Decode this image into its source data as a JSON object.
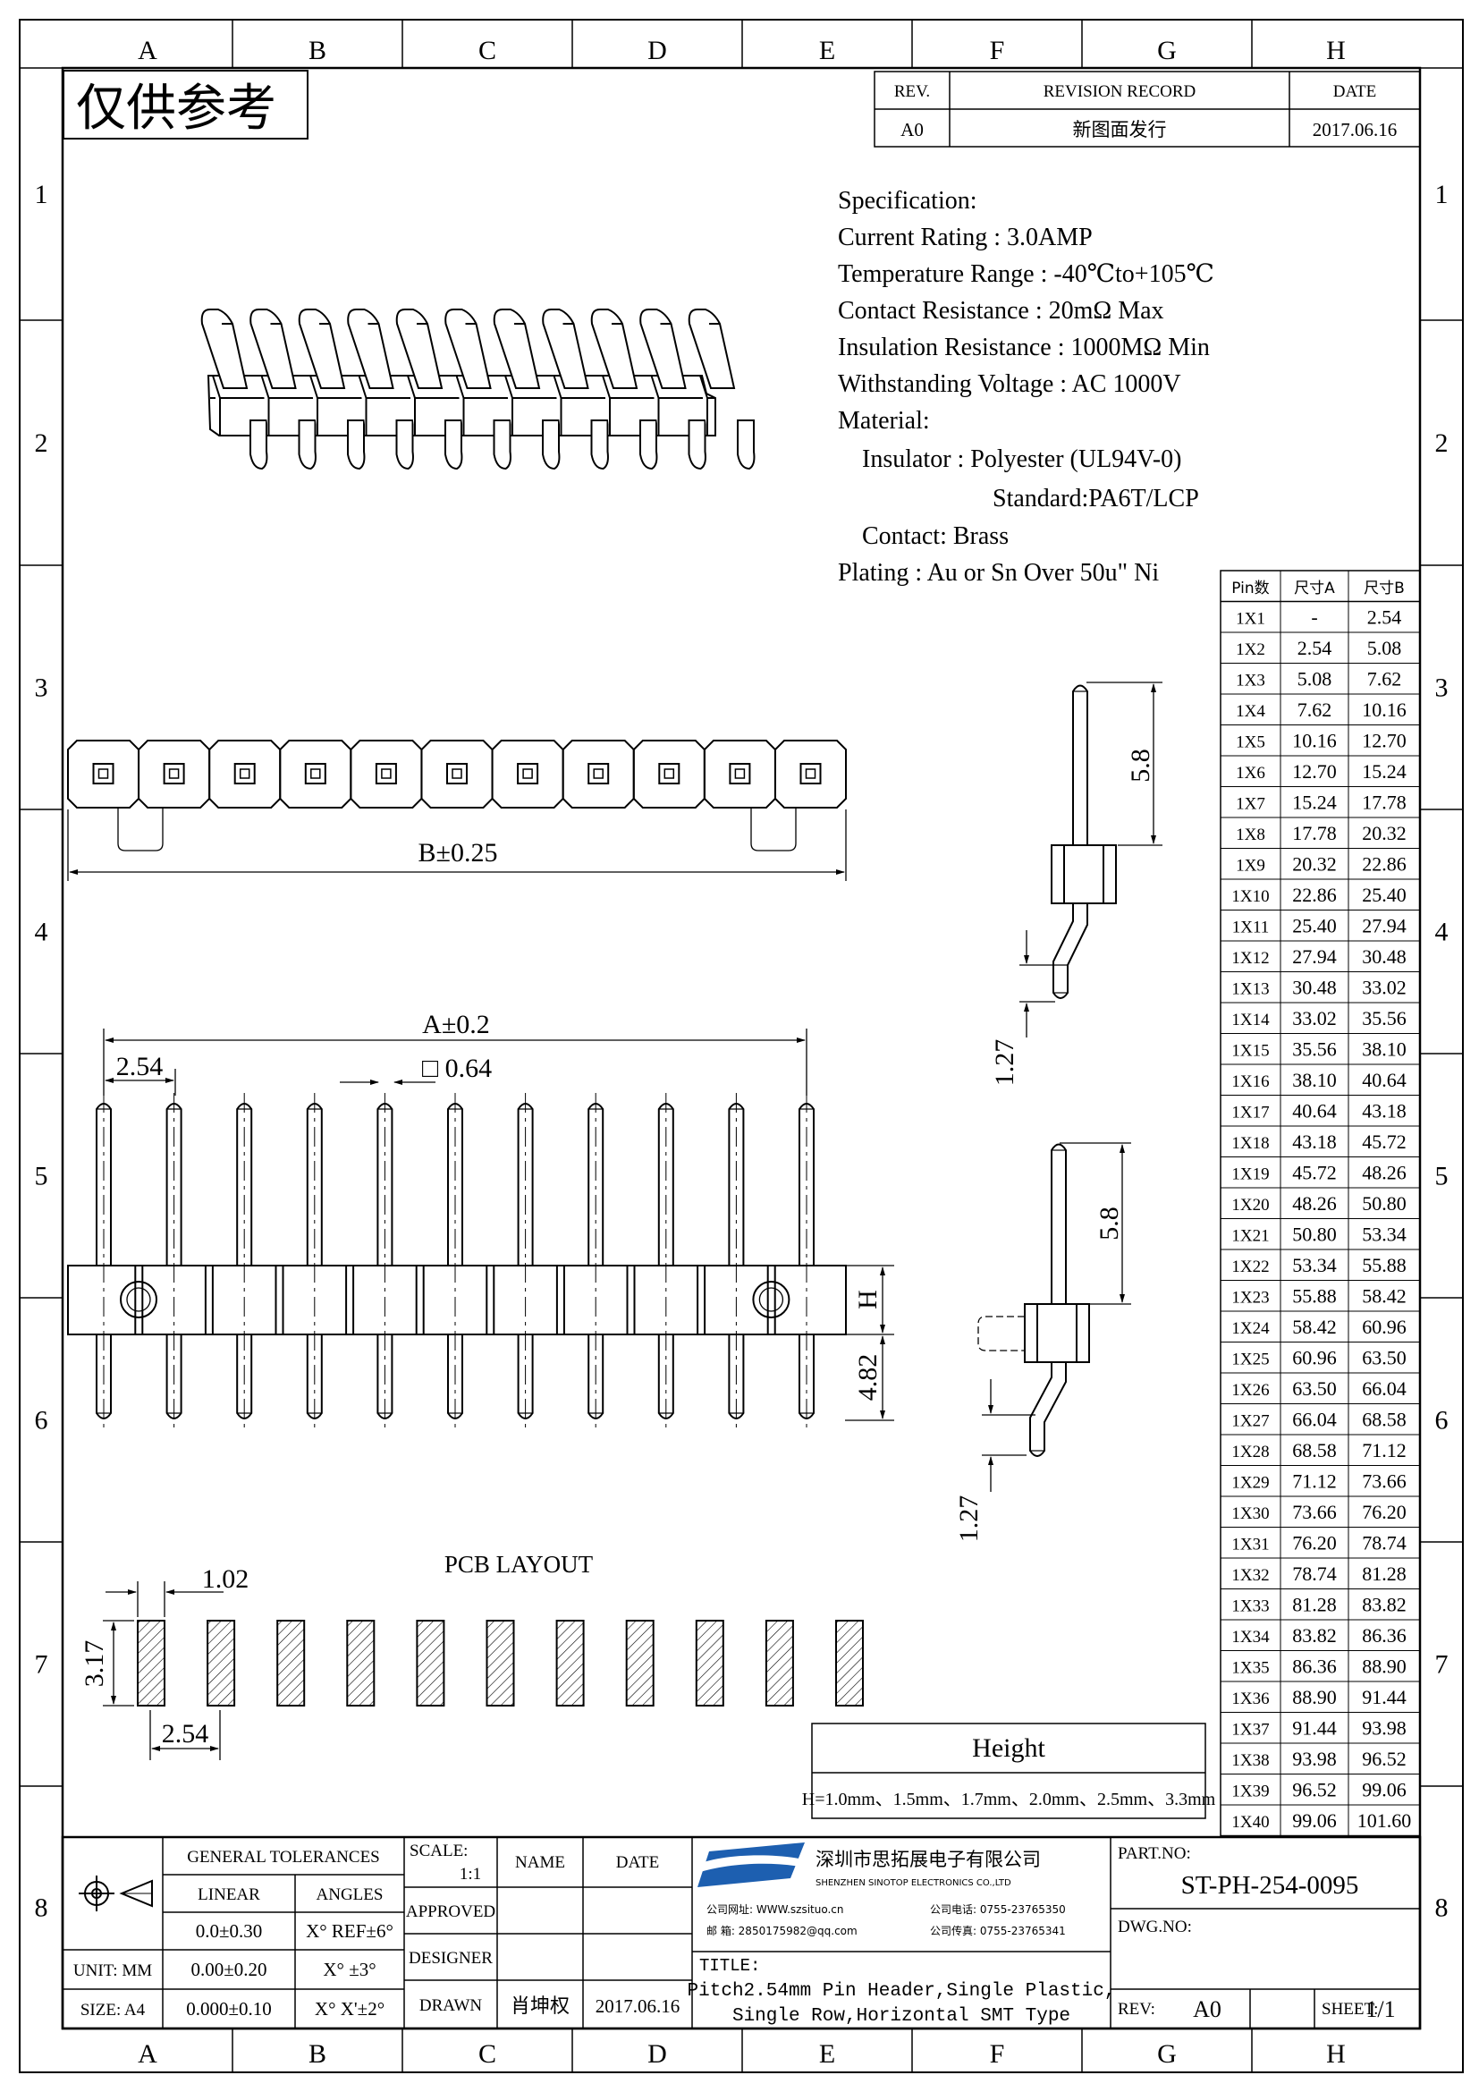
{
  "frame": {
    "columns": [
      "A",
      "B",
      "C",
      "D",
      "E",
      "F",
      "G",
      "H"
    ],
    "rows": [
      "1",
      "2",
      "3",
      "4",
      "5",
      "6",
      "7",
      "8"
    ]
  },
  "stamp": "仅供参考",
  "revision": {
    "headers": {
      "rev": "REV.",
      "record": "REVISION RECORD",
      "date": "DATE"
    },
    "entries": [
      {
        "rev": "A0",
        "record": "新图面发行",
        "date": "2017.06.16"
      }
    ]
  },
  "specification": {
    "title": "Specification:",
    "lines": [
      "Current Rating : 3.0AMP",
      "Temperature Range : -40℃to+105℃",
      "Contact Resistance : 20mΩ Max",
      "Insulation Resistance : 1000MΩ Min",
      "Withstanding Voltage : AC 1000V",
      "Material:"
    ],
    "insulator": "Insulator : Polyester (UL94V-0)",
    "standard": "Standard:PA6T/LCP",
    "contact": "Contact: Brass",
    "plating": "Plating : Au or Sn Over 50u\" Ni"
  },
  "dims": {
    "b": "B±0.25",
    "a": "A±0.2",
    "pitch": "2.54",
    "pin_sq": "□ 0.64",
    "h": "H",
    "below": "4.82",
    "side_up": "5.8",
    "side_tail": "1.27",
    "pcb_title": "PCB LAYOUT",
    "pad_w": "1.02",
    "pad_h": "3.17",
    "pad_pitch": "2.54"
  },
  "height_box": {
    "title": "Height",
    "values": "H=1.0mm、1.5mm、1.7mm、2.0mm、2.5mm、3.3mm"
  },
  "pin_table": {
    "headers": [
      "Pin数",
      "尺寸A",
      "尺寸B"
    ],
    "rows": [
      [
        "1X1",
        "-",
        "2.54"
      ],
      [
        "1X2",
        "2.54",
        "5.08"
      ],
      [
        "1X3",
        "5.08",
        "7.62"
      ],
      [
        "1X4",
        "7.62",
        "10.16"
      ],
      [
        "1X5",
        "10.16",
        "12.70"
      ],
      [
        "1X6",
        "12.70",
        "15.24"
      ],
      [
        "1X7",
        "15.24",
        "17.78"
      ],
      [
        "1X8",
        "17.78",
        "20.32"
      ],
      [
        "1X9",
        "20.32",
        "22.86"
      ],
      [
        "1X10",
        "22.86",
        "25.40"
      ],
      [
        "1X11",
        "25.40",
        "27.94"
      ],
      [
        "1X12",
        "27.94",
        "30.48"
      ],
      [
        "1X13",
        "30.48",
        "33.02"
      ],
      [
        "1X14",
        "33.02",
        "35.56"
      ],
      [
        "1X15",
        "35.56",
        "38.10"
      ],
      [
        "1X16",
        "38.10",
        "40.64"
      ],
      [
        "1X17",
        "40.64",
        "43.18"
      ],
      [
        "1X18",
        "43.18",
        "45.72"
      ],
      [
        "1X19",
        "45.72",
        "48.26"
      ],
      [
        "1X20",
        "48.26",
        "50.80"
      ],
      [
        "1X21",
        "50.80",
        "53.34"
      ],
      [
        "1X22",
        "53.34",
        "55.88"
      ],
      [
        "1X23",
        "55.88",
        "58.42"
      ],
      [
        "1X24",
        "58.42",
        "60.96"
      ],
      [
        "1X25",
        "60.96",
        "63.50"
      ],
      [
        "1X26",
        "63.50",
        "66.04"
      ],
      [
        "1X27",
        "66.04",
        "68.58"
      ],
      [
        "1X28",
        "68.58",
        "71.12"
      ],
      [
        "1X29",
        "71.12",
        "73.66"
      ],
      [
        "1X30",
        "73.66",
        "76.20"
      ],
      [
        "1X31",
        "76.20",
        "78.74"
      ],
      [
        "1X32",
        "78.74",
        "81.28"
      ],
      [
        "1X33",
        "81.28",
        "83.82"
      ],
      [
        "1X34",
        "83.82",
        "86.36"
      ],
      [
        "1X35",
        "86.36",
        "88.90"
      ],
      [
        "1X36",
        "88.90",
        "91.44"
      ],
      [
        "1X37",
        "91.44",
        "93.98"
      ],
      [
        "1X38",
        "93.98",
        "96.52"
      ],
      [
        "1X39",
        "96.52",
        "99.06"
      ],
      [
        "1X40",
        "99.06",
        "101.60"
      ]
    ]
  },
  "title_block": {
    "general_tolerances": "GENERAL TOLERANCES",
    "linear": "LINEAR",
    "angles": "ANGLES",
    "tol_rows": [
      {
        "lin": "0.0±0.30",
        "ang": "X° REF±6°"
      },
      {
        "lin": "0.00±0.20",
        "ang": "X° ±3°"
      },
      {
        "lin": "0.000±0.10",
        "ang": "X° X'±2°"
      }
    ],
    "unit": "UNIT: MM",
    "size": "SIZE: A4",
    "scale_label": "SCALE:",
    "scale_value": "1:1",
    "name": "NAME",
    "date": "DATE",
    "approved": "APPROVED",
    "designer": "DESIGNER",
    "drawn": "DRAWN",
    "drawn_name": "肖坤权",
    "drawn_date": "2017.06.16",
    "company_cn": "深圳市思拓展电子有限公司",
    "company_en": "SHENZHEN SINOTOP ELECTRONICS CO.,LTD",
    "contact_1": "公司网址: WWW.szsituo.cn",
    "contact_2": "邮    箱: 2850175982@qq.com",
    "contact_3": "公司电话: 0755-23765350",
    "contact_4": "公司传真: 0755-23765341",
    "title_label": "TITLE:",
    "title_1": "Pitch2.54mm Pin Header,Single Plastic,",
    "title_2": "Single Row,Horizontal SMT Type",
    "part_no_label": "PART.NO:",
    "part_no": "ST-PH-254-0095",
    "dwg_no_label": "DWG.NO:",
    "rev_label": "REV:",
    "rev_value": "A0",
    "sheet_label": "SHEET:",
    "sheet_value": "1/1"
  },
  "colors": {
    "line": "#000000",
    "logo": "#1d5fb0"
  }
}
